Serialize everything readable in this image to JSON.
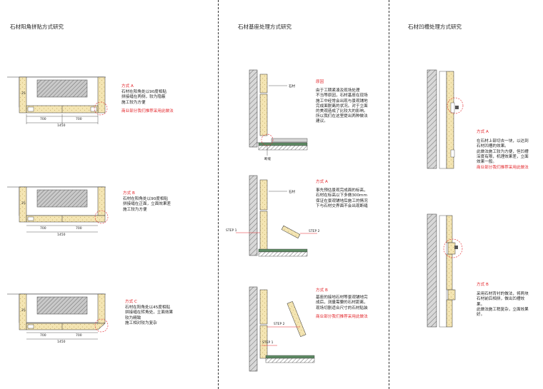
{
  "columns": {
    "left_title": "石材阳角拼贴方式研究",
    "mid_title": "石材基座处理方式研究",
    "right_title": "石材凹槽处理方式研究"
  },
  "corner": {
    "A": {
      "head": "方式 A",
      "lines": [
        "石材在阳角处以90度相贴",
        "拼接缝在两侧，较为隐蔽",
        "施工较为方便"
      ],
      "rec": "商业部分我们推荐采用此做法"
    },
    "B": {
      "head": "方式 B",
      "lines": [
        "石材在阳角处以90度相贴",
        "拼接缝在正面，立面效果差",
        "施工较为方便"
      ]
    },
    "C": {
      "head": "方式 C",
      "lines": [
        "石材在阳角处以45度相贴",
        "拼接缝在转角处，立面效果",
        "较为精致",
        "施工相对较为复杂"
      ]
    },
    "dims": {
      "d25": "25",
      "d700a": "700",
      "d700b": "700",
      "d1450": "1450"
    }
  },
  "base": {
    "reason": {
      "head": "原因",
      "lines": [
        "由于工期紧凑及现场处理",
        "不当等原因，石材基座在现场",
        "施工中经常会出现与景观铺地",
        "完成面脱离的状况。对于立面",
        "的美观造成了比较大的影响。",
        "所以我们在这里提出两种做法",
        "建议。"
      ]
    },
    "A": {
      "head": "方式 A",
      "lines": [
        "事先预估景观完成面的标高，",
        "石材在标高以下多做300mm",
        "保证在景观铺地后施工的情况",
        "下与石材交界面不会出现断缝"
      ]
    },
    "B": {
      "head": "方式 B",
      "lines": [
        "基座的接地石材等景观铺地完",
        "成后，测量需要的石材距离，",
        "现场切割适合尺寸的石材贴装"
      ],
      "rec": "商业部分我们推荐采用此做法"
    },
    "labels": {
      "stone": "石材",
      "gap": "断缝",
      "step1": "STEP 1",
      "step2": "STEP 2"
    }
  },
  "groove": {
    "A": {
      "head": "方式 A",
      "lines": [
        "在石材上部切去一块，以达到",
        "石材凹槽的效果。",
        "此做法施工较为方便，但凹槽",
        "深度有限，机理效果差，立面",
        "效果一般。"
      ],
      "rec": "商业部分我们推荐采用此做法"
    },
    "B": {
      "head": "方式 B",
      "lines": [
        "采用石材背衬的做法，将两块",
        "石材前后相拼，做出凹槽效",
        "果。",
        "此做法施工稍复杂，立面效果",
        "好。"
      ]
    }
  }
}
